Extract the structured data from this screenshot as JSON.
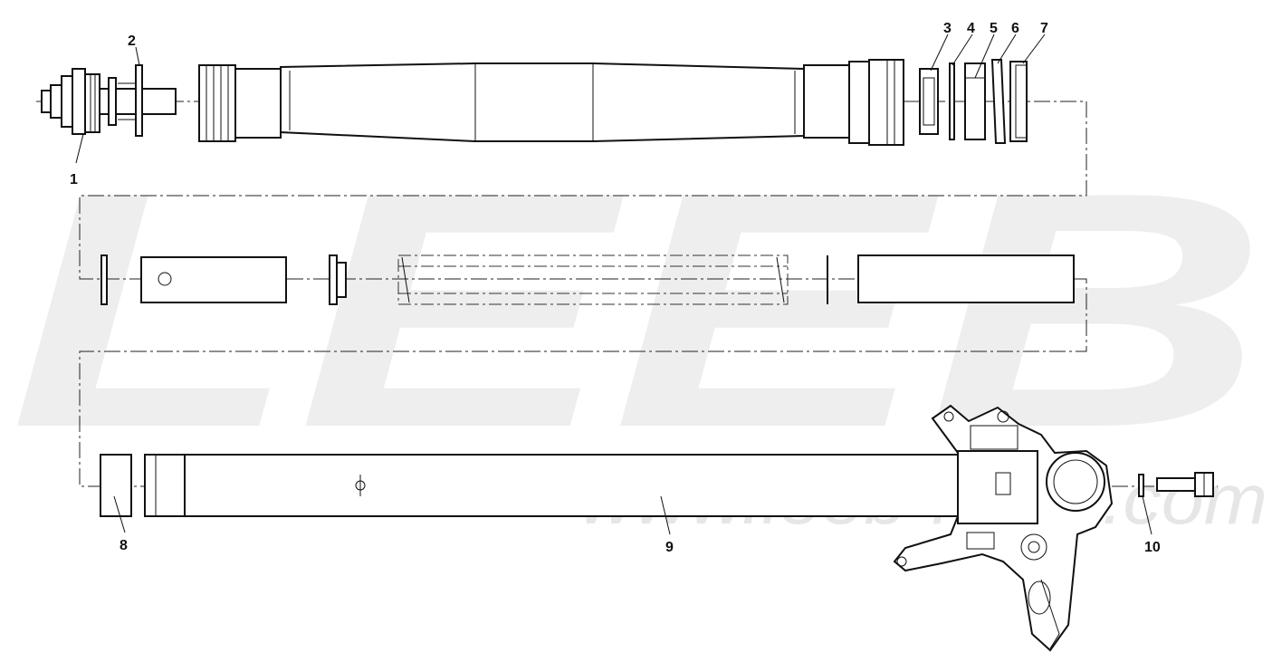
{
  "watermark": {
    "brand": "LEEB",
    "url": "www.leeb-moto.com",
    "color": "#eeeeee"
  },
  "callouts": [
    {
      "id": "1",
      "text": "1"
    },
    {
      "id": "2",
      "text": "2"
    },
    {
      "id": "3",
      "text": "3"
    },
    {
      "id": "4",
      "text": "4"
    },
    {
      "id": "5",
      "text": "5"
    },
    {
      "id": "6",
      "text": "6"
    },
    {
      "id": "7",
      "text": "7"
    },
    {
      "id": "8",
      "text": "8"
    },
    {
      "id": "9",
      "text": "9"
    },
    {
      "id": "10",
      "text": "10"
    }
  ],
  "colors": {
    "line": "#111111",
    "background": "#ffffff"
  }
}
